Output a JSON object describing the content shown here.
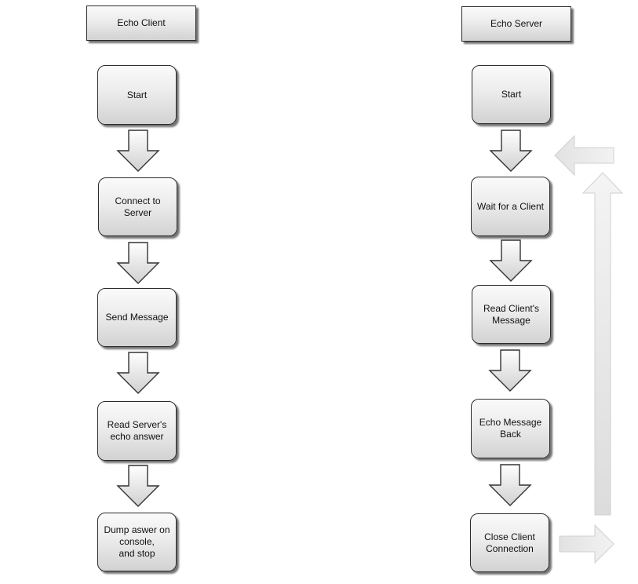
{
  "diagram": {
    "client": {
      "title": "Echo Client",
      "steps": [
        "Start",
        "Connect to\nServer",
        "Send Message",
        "Read Server's\necho answer",
        "Dump aswer on\nconsole,\nand stop"
      ]
    },
    "server": {
      "title": "Echo Server",
      "steps": [
        "Start",
        "Wait for a Client",
        "Read Client's\nMessage",
        "Echo Message\nBack",
        "Close Client\nConnection"
      ]
    }
  }
}
